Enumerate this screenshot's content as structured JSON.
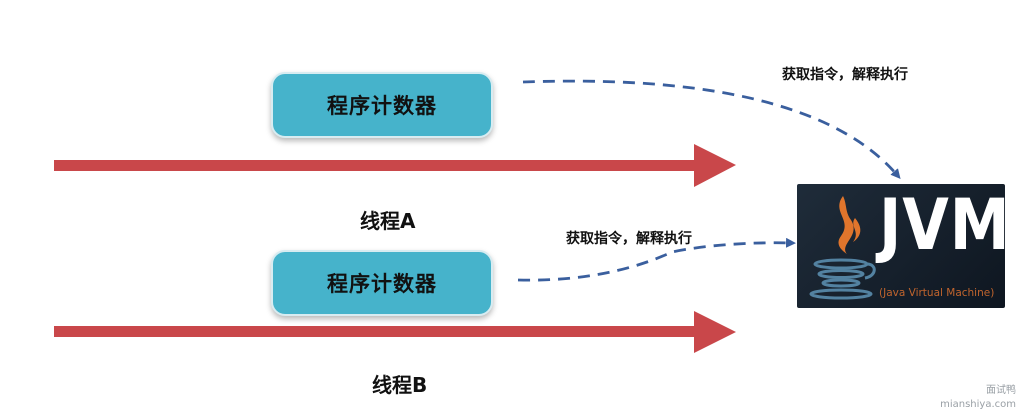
{
  "threads": [
    {
      "program_counter": "程序计数器",
      "label": "线程A"
    },
    {
      "program_counter": "程序计数器",
      "label": "线程B"
    }
  ],
  "fetch_labels": [
    "获取指令，解释执行",
    "获取指令，解释执行"
  ],
  "jvm": {
    "title": "JVM",
    "subtitle": "(Java Virtual Machine)"
  },
  "watermark": {
    "line1": "面试鸭",
    "line2": "mianshiya.com"
  },
  "colors": {
    "thread_arrow": "#c9474a",
    "pc_box": "#46b3cb",
    "dashed_arrow": "#3a5f9e",
    "java_logo_orange": "#e0752c",
    "java_logo_blue": "#5382a1"
  },
  "icons": {
    "jvm_logo": "java-coffee-cup-icon"
  }
}
